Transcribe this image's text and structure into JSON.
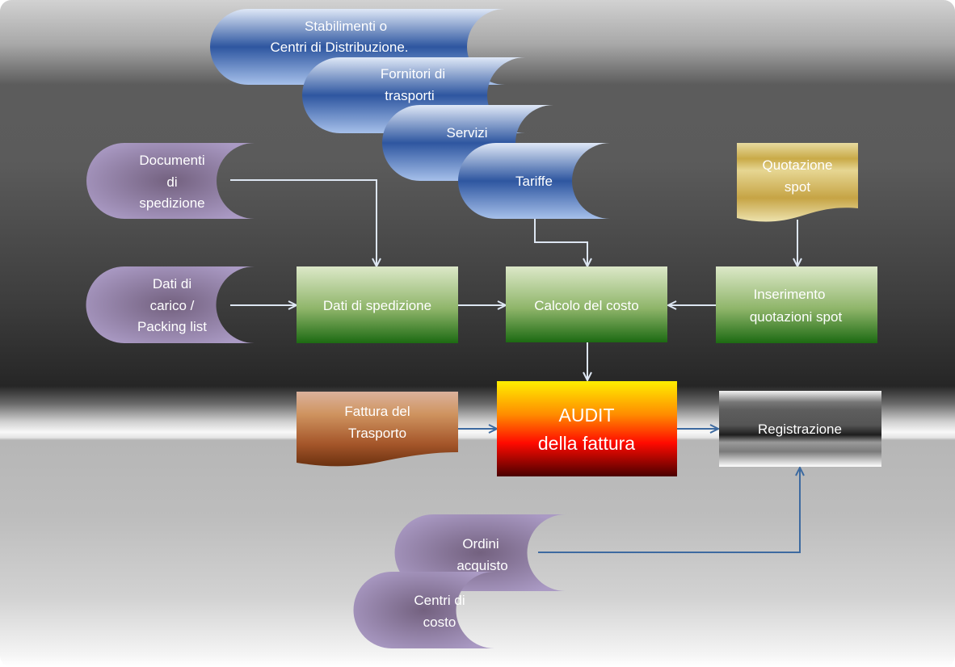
{
  "diagram": {
    "type": "flowchart",
    "nodes": {
      "stabilimenti": {
        "shape": "stored-data",
        "lines": [
          "Stabilimenti o",
          "Centri di Distribuzione."
        ],
        "color": "blue"
      },
      "fornitori": {
        "shape": "stored-data",
        "lines": [
          "Fornitori di",
          "trasporti"
        ],
        "color": "blue"
      },
      "servizi": {
        "shape": "stored-data",
        "lines": [
          "Servizi"
        ],
        "color": "blue"
      },
      "tariffe": {
        "shape": "stored-data",
        "lines": [
          "Tariffe"
        ],
        "color": "blue"
      },
      "documenti": {
        "shape": "stored-data",
        "lines": [
          "Documenti",
          "di",
          "spedizione"
        ],
        "color": "purple"
      },
      "dati_carico": {
        "shape": "stored-data",
        "lines": [
          "Dati di",
          "carico /",
          "Packing list"
        ],
        "color": "purple"
      },
      "quotazione_spot": {
        "shape": "document",
        "lines": [
          "Quotazione",
          "spot"
        ],
        "color": "gold"
      },
      "dati_spedizione": {
        "shape": "process",
        "lines": [
          "Dati di spedizione"
        ],
        "color": "green"
      },
      "calcolo_costo": {
        "shape": "process",
        "lines": [
          "Calcolo del costo"
        ],
        "color": "green"
      },
      "inserimento_quotazioni": {
        "shape": "process",
        "lines": [
          "Inserimento",
          "quotazioni spot"
        ],
        "color": "green"
      },
      "fattura_trasporto": {
        "shape": "document",
        "lines": [
          "Fattura del",
          "Trasporto"
        ],
        "color": "brown"
      },
      "audit_fattura": {
        "shape": "process",
        "lines": [
          "AUDIT",
          "della fattura"
        ],
        "color": "red-yellow"
      },
      "registrazione": {
        "shape": "process",
        "lines": [
          "Registrazione"
        ],
        "color": "metallic-gray"
      },
      "ordini_acquisto": {
        "shape": "stored-data",
        "lines": [
          "Ordini",
          "acquisto"
        ],
        "color": "purple"
      },
      "centri_costo": {
        "shape": "stored-data",
        "lines": [
          "Centri di",
          "costo"
        ],
        "color": "purple"
      }
    },
    "edges": [
      {
        "from": "documenti",
        "to": "dati_spedizione"
      },
      {
        "from": "dati_carico",
        "to": "dati_spedizione"
      },
      {
        "from": "dati_spedizione",
        "to": "calcolo_costo"
      },
      {
        "from": "tariffe",
        "to": "calcolo_costo"
      },
      {
        "from": "quotazione_spot",
        "to": "inserimento_quotazioni"
      },
      {
        "from": "inserimento_quotazioni",
        "to": "calcolo_costo"
      },
      {
        "from": "calcolo_costo",
        "to": "audit_fattura"
      },
      {
        "from": "fattura_trasporto",
        "to": "audit_fattura"
      },
      {
        "from": "audit_fattura",
        "to": "registrazione"
      },
      {
        "from": "ordini_acquisto",
        "to": "registrazione"
      }
    ],
    "colors": {
      "blue_dark": "#2e56a0",
      "blue_light": "#c9d8f0",
      "purple_dark": "#7a6a8e",
      "purple_light": "#a898c0",
      "green_light": "#dbe8c6",
      "green_dark": "#1e6e14",
      "gold": "#d1b35a",
      "brown_light": "#d9a98a",
      "brown_dark": "#6e3412",
      "audit_top": "#ffee00",
      "audit_mid": "#ff1a00",
      "audit_bottom": "#4a0000",
      "arrow_light": "#dde6f2",
      "arrow_blue": "#3d6aa0"
    }
  }
}
